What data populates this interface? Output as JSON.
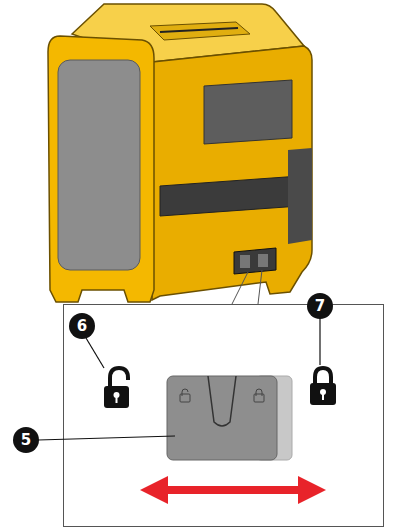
{
  "diagram": {
    "labels": [
      "6",
      "7",
      "5"
    ]
  }
}
